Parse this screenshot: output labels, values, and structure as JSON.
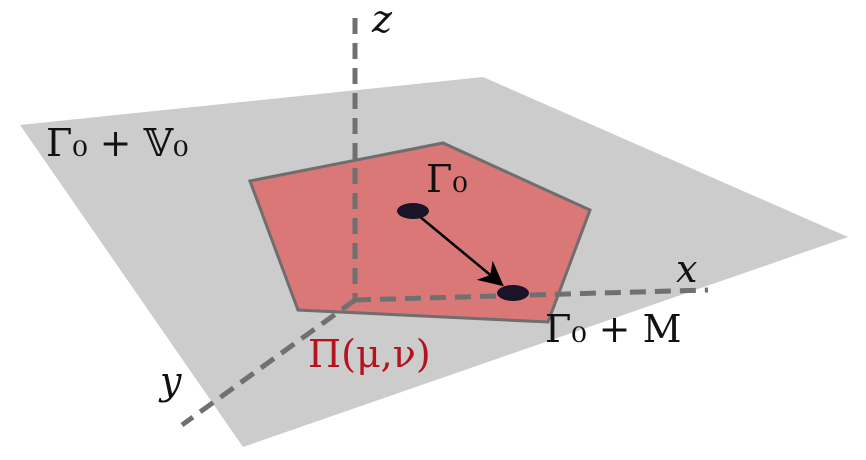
{
  "labels": {
    "z_axis": "z",
    "x_axis": "x",
    "y_axis": "y",
    "plane": "Γ₀ + 𝕍₀",
    "start_point": "Γ₀",
    "end_point": "Γ₀ + M",
    "polytope": "Π(μ,ν)"
  },
  "colors": {
    "plane": "#cccccc",
    "polytope": "#d97876",
    "polytope_edge": "#6e6e6e",
    "axis": "#707070",
    "point": "#1a1428",
    "polytope_label": "#b4141e"
  }
}
